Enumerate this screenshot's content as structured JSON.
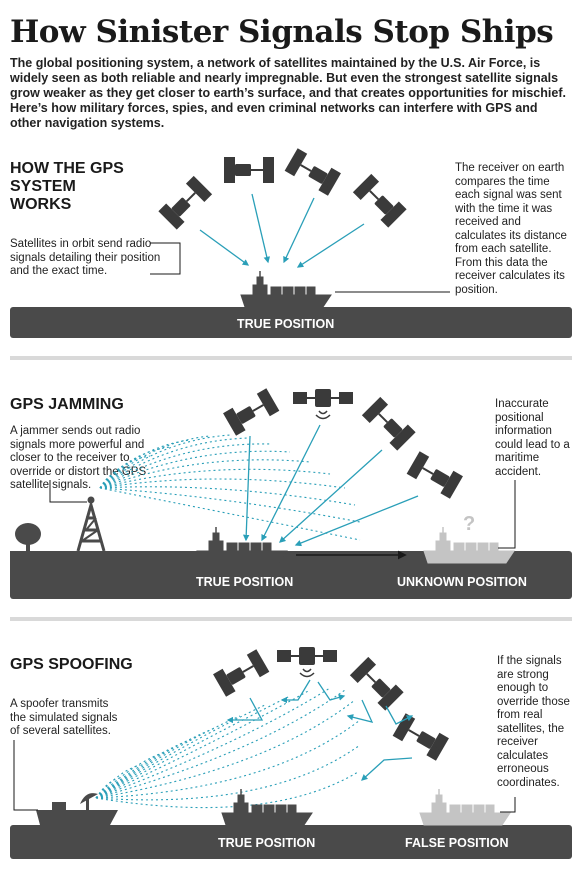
{
  "header": {
    "title": "How Sinister Signals Stop Ships",
    "intro": "The global positioning system, a network of satellites maintained by the U.S. Air Force, is widely seen as both reliable and nearly impregnable. But even the strongest satellite signals grow weaker as they get closer to earth’s surface, and that creates opportunities for mischief. Here’s how military forces, spies, and even criminal networks can interfere with GPS and other navigation systems."
  },
  "sections": {
    "gps": {
      "heading": "HOW THE GPS SYSTEM WORKS",
      "left_note": "Satellites in orbit send radio signals detailing their position and the exact time.",
      "right_note": "The receiver on earth compares the time each signal was sent with the time it was received and calculates its distance from each satellite. From this data the receiver calculates its position.",
      "band_label": "TRUE POSITION"
    },
    "jamming": {
      "heading": "GPS JAMMING",
      "left_note": "A jammer sends out radio signals more powerful and closer to the receiver to override or distort the GPS satellite signals.",
      "right_note": "Inaccurate positional information could lead to a maritime accident.",
      "true_label": "TRUE POSITION",
      "unknown_label": "UNKNOWN POSITION",
      "question_mark": "?"
    },
    "spoofing": {
      "heading": "GPS SPOOFING",
      "left_note": "A spoofer transmits the simulated signals of several satellites.",
      "right_note": "If the signals are strong enough to override those from real satellites, the receiver calculates erroneous coordinates.",
      "true_label": "TRUE POSITION",
      "false_label": "FALSE POSITION"
    }
  },
  "colors": {
    "signal": "#2a9fb8",
    "ground": "#4a4a4a",
    "ship": "#4a4a4a",
    "ghost_ship": "#c4c4c4",
    "separator": "#d9d9d9",
    "satellite": "#3a3a3a",
    "white_text": "#ffffff"
  },
  "icons": [
    "satellite-icon",
    "ship-icon",
    "radio-tower-icon",
    "tree-icon",
    "radar-dish-icon",
    "question-mark-icon",
    "arrow-right-icon"
  ]
}
